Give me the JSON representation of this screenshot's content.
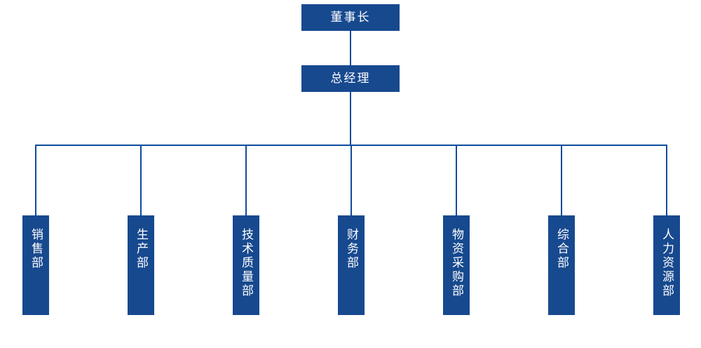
{
  "diagram": {
    "type": "org-chart",
    "root": {
      "label": "董事长"
    },
    "level2": {
      "label": "总经理"
    },
    "departments": [
      {
        "label": "销售部"
      },
      {
        "label": "生产部"
      },
      {
        "label": "技术质量部"
      },
      {
        "label": "财务部"
      },
      {
        "label": "物资采购部"
      },
      {
        "label": "综合部"
      },
      {
        "label": "人力资源部"
      }
    ],
    "colors": {
      "box_fill": "#17498F",
      "connector": "#0D4C9C",
      "text": "#FFFFFF",
      "background": "#FFFFFF"
    }
  }
}
